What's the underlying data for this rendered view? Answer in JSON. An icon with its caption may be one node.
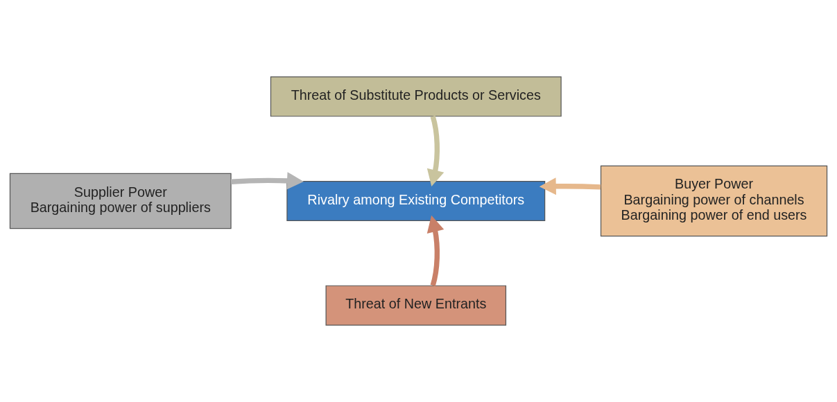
{
  "diagram": {
    "nodes": [
      {
        "text": [
          "Threat of Substitute Products or Services"
        ]
      },
      {
        "text": [
          "Supplier Power",
          "Bargaining power of suppliers"
        ]
      },
      {
        "text": [
          "Rivalry among Existing Competitors"
        ]
      },
      {
        "text": [
          "Buyer Power",
          "Bargaining power of channels",
          "Bargaining power of end users"
        ]
      },
      {
        "text": [
          "Threat of New Entrants"
        ]
      }
    ],
    "edges": [
      {
        "from": 0,
        "to": 2,
        "arrow": "to",
        "color": "#c9c49e"
      },
      {
        "from": 1,
        "to": 2,
        "arrow": "to",
        "color": "#b5b5b5"
      },
      {
        "from": 3,
        "to": 2,
        "arrow": "to",
        "color": "#e6b88c"
      },
      {
        "from": 4,
        "to": 2,
        "arrow": "to",
        "color": "#c98068"
      }
    ]
  }
}
